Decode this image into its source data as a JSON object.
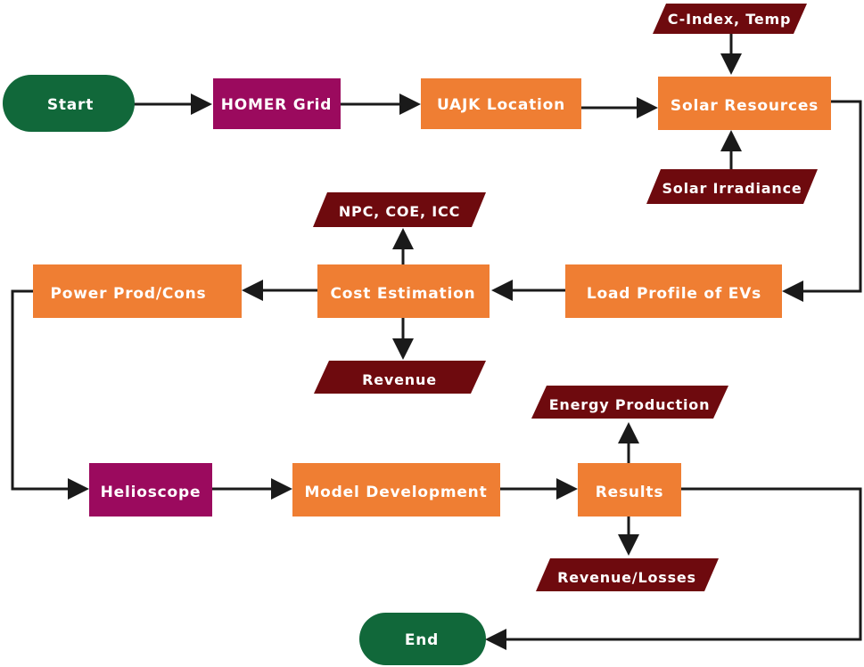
{
  "colors": {
    "terminal": "#11683A",
    "tool": "#9B0A5E",
    "process": "#EF7E33",
    "data": "#6E0A0E",
    "line": "#1a1a1a"
  },
  "nodes": {
    "start": "Start",
    "homer_grid": "HOMER Grid",
    "uajk_location": "UAJK Location",
    "solar_resources": "Solar Resources",
    "c_index_temp": "C-Index, Temp",
    "solar_irradiance": "Solar Irradiance",
    "load_profile": "Load Profile of EVs",
    "cost_estimation": "Cost Estimation",
    "npc_coe_icc": "NPC, COE, ICC",
    "revenue": "Revenue",
    "power_prod_cons": "Power Prod/Cons",
    "helioscope": "Helioscope",
    "model_development": "Model Development",
    "results": "Results",
    "energy_production": "Energy Production",
    "revenue_losses": "Revenue/Losses",
    "end": "End"
  }
}
